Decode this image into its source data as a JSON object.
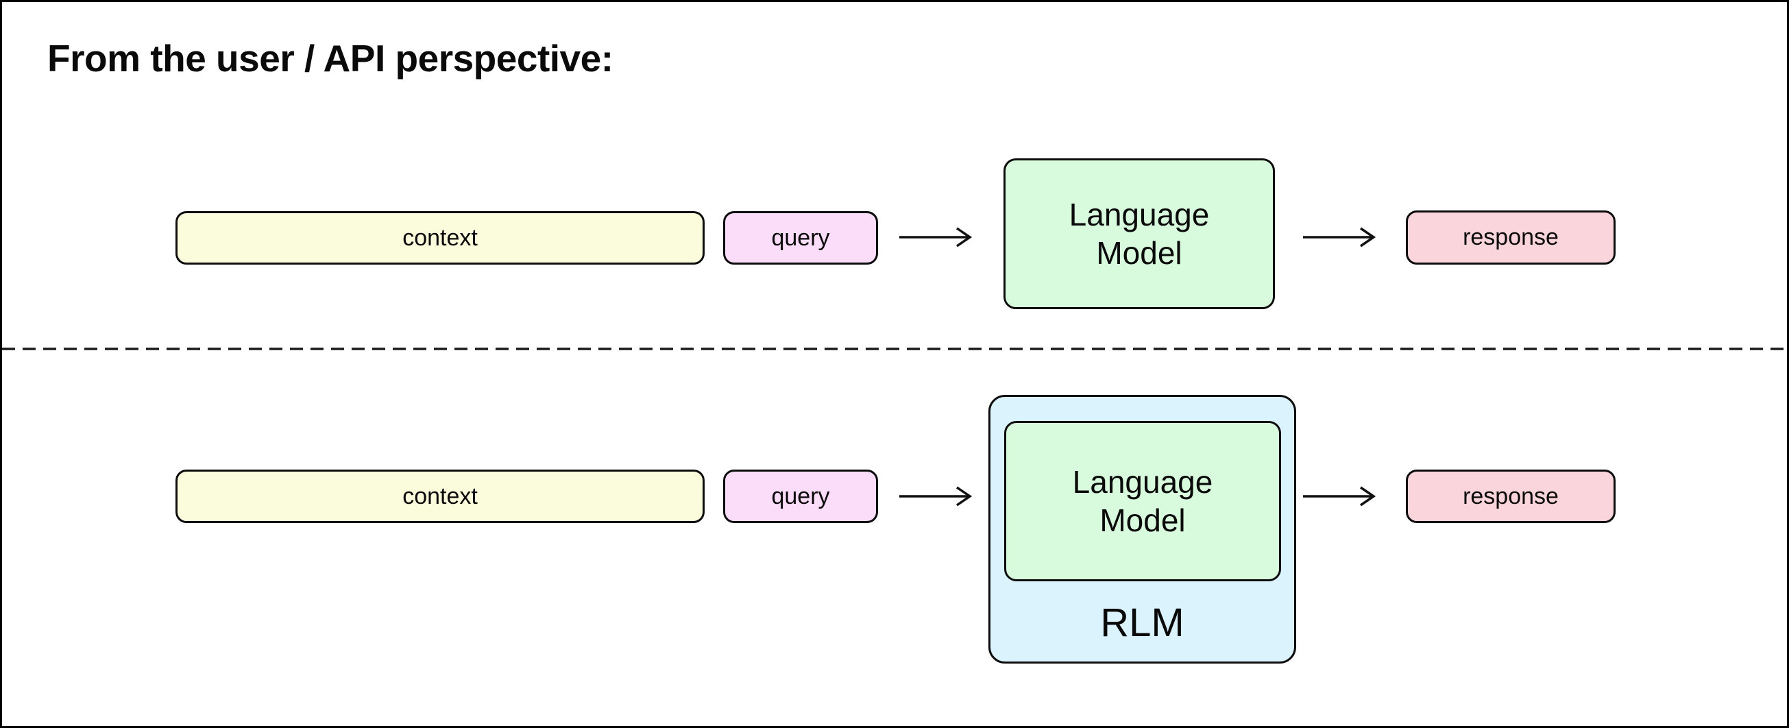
{
  "title": "From the user / API perspective:",
  "colors": {
    "context_fill": "#FAFCDC",
    "query_fill": "#FBDCF9",
    "model_fill": "#D9FBDD",
    "response_fill": "#FBD5DC",
    "rlm_fill": "#DBF3FC",
    "stroke": "#0D0D0D",
    "background": "#FFFFFF"
  },
  "top_row": {
    "context_label": "context",
    "query_label": "query",
    "model_label_lines": [
      "Language",
      "Model"
    ],
    "response_label": "response"
  },
  "bottom_row": {
    "context_label": "context",
    "query_label": "query",
    "model_label_lines": [
      "Language",
      "Model"
    ],
    "rlm_label": "RLM",
    "response_label": "response"
  }
}
